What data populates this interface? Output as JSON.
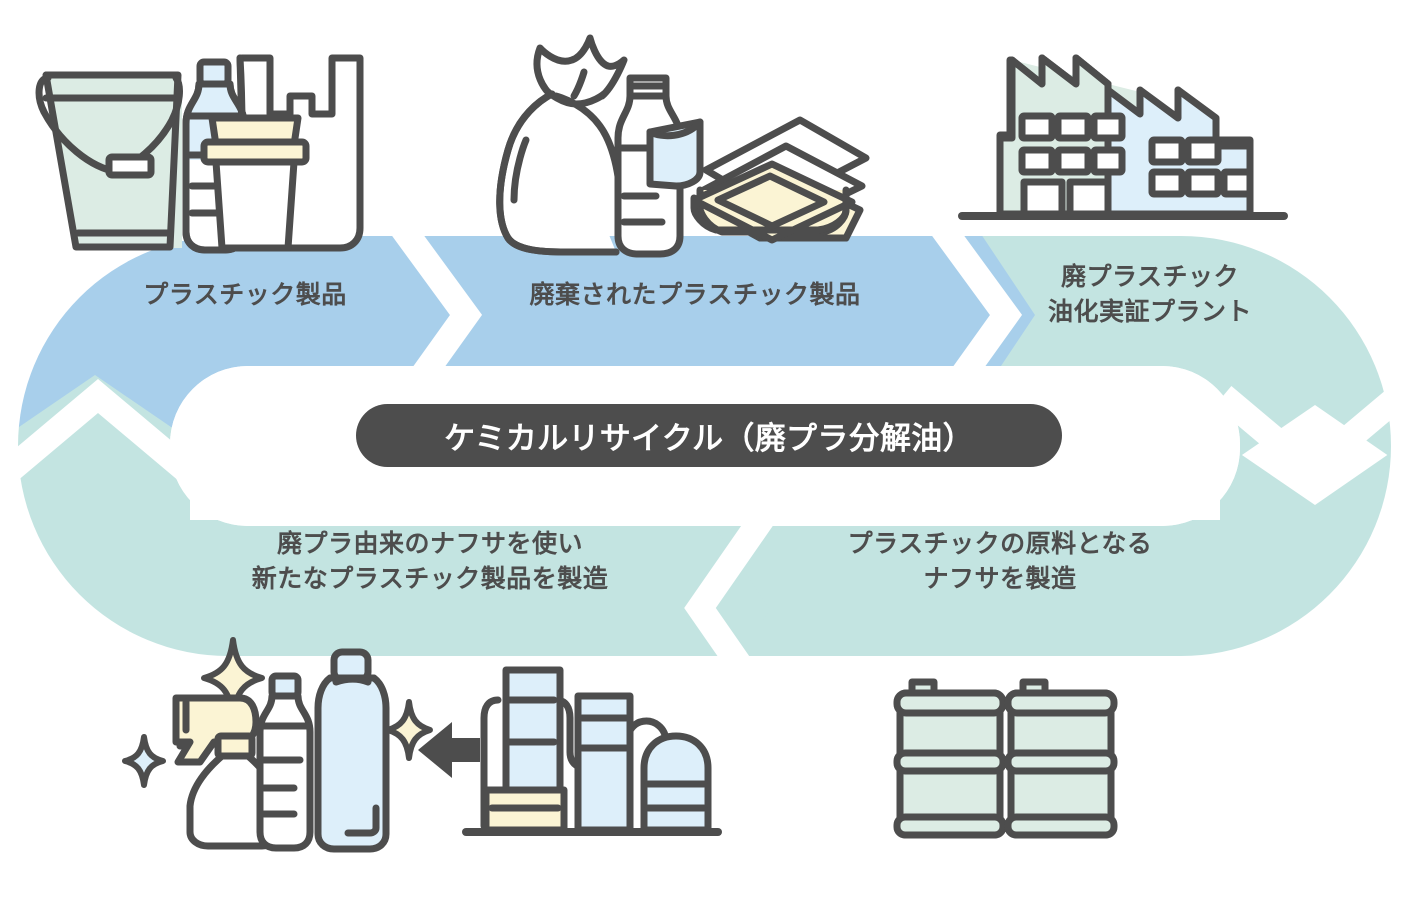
{
  "diagram": {
    "title_pill": "ケミカルリサイクル（廃プラ分解油）",
    "colors": {
      "blue_segment": "#a8cfeb",
      "teal_segment": "#c3e4e1",
      "pill_dark": "#4d4d4d",
      "outline": "#4d4d4d",
      "fill_light_blue": "#ddeffa",
      "fill_mint": "#dcece4",
      "fill_cream": "#fbf4d4",
      "background": "#ffffff"
    },
    "steps": [
      {
        "id": "plastic-products",
        "label": "プラスチック製品",
        "segment_color": "#a8cfeb",
        "position": "top-left",
        "illustration": "bucket-bottle-cup-shopping-bag"
      },
      {
        "id": "discarded-plastic",
        "label": "廃棄されたプラスチック製品",
        "segment_color": "#a8cfeb",
        "position": "top-center",
        "illustration": "garbage-bag-bottle-food-trays"
      },
      {
        "id": "oiling-plant",
        "label": "廃プラスチック\n油化実証プラント",
        "segment_color": "#c3e4e1",
        "position": "top-right",
        "illustration": "factory-buildings"
      },
      {
        "id": "naphtha-production",
        "label": "プラスチックの原料となる\nナフサを製造",
        "segment_color": "#c3e4e1",
        "position": "bottom-right",
        "illustration": "oil-drums"
      },
      {
        "id": "new-products",
        "label": "廃プラ由来のナフサを使い\n新たなプラスチック製品を製造",
        "segment_color": "#c3e4e1",
        "position": "bottom-left",
        "illustration": "spray-bottle-pet-bottles-sparkles-with-chemical-plant-and-arrow"
      }
    ],
    "icons": {
      "bucket": "bucket-icon",
      "pet_bottle": "pet-bottle-icon",
      "coffee_cup": "coffee-cup-icon",
      "shopping_bag": "shopping-bag-icon",
      "garbage_bag": "garbage-bag-icon",
      "food_tray": "food-tray-icon",
      "factory": "factory-icon",
      "oil_drum": "oil-drum-icon",
      "spray_bottle": "spray-bottle-icon",
      "chemical_plant": "chemical-plant-icon",
      "arrow_left": "arrow-left-icon",
      "sparkle": "sparkle-icon"
    }
  }
}
